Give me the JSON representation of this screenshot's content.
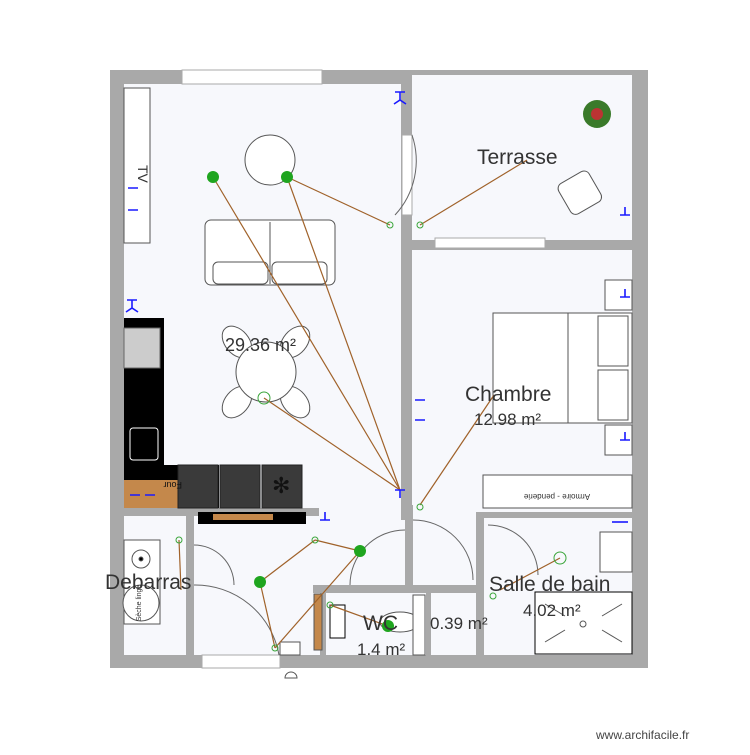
{
  "rooms": {
    "living_area": "29.36 m²",
    "terrasse": "Terrasse",
    "chambre": "Chambre",
    "chambre_area": "12.98 m²",
    "debarras": "Debarras",
    "salle_de_bain": "Salle de bain",
    "salle_de_bain_area": "4.02 m²",
    "wc": "WC",
    "wc_area": "1.4 m²",
    "closet_area": "0.39 m²"
  },
  "furniture": {
    "tv": "TV",
    "oven": "Four",
    "wardrobe": "Armoire - penderie",
    "dryer": "Sèche linge"
  },
  "colors": {
    "wall": "#a9a9a9",
    "wire": "#a0622a",
    "socket": "#1a1aff",
    "light": "#1fa51f"
  },
  "watermark": "www.archifacile.fr"
}
